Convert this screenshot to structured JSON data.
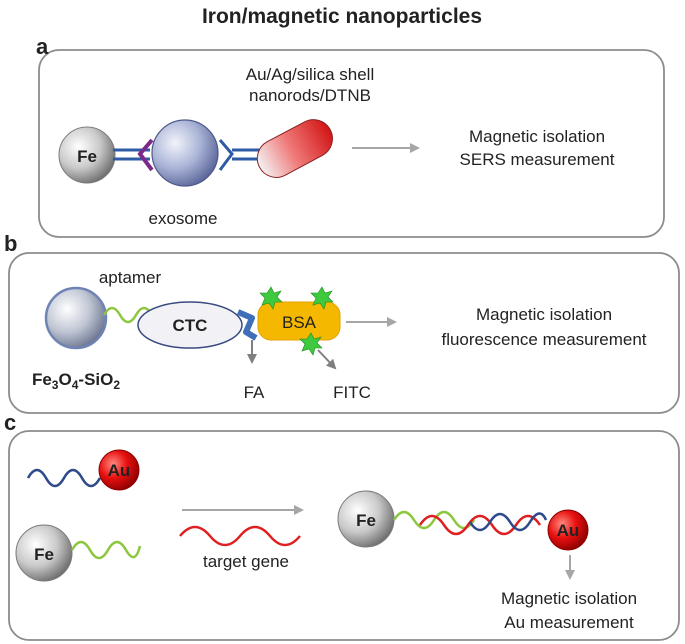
{
  "title": "Iron/magnetic nanoparticles",
  "panel_a": {
    "label": "a",
    "fe": "Fe",
    "shell_line1": "Au/Ag/silica shell",
    "shell_line2": "nanorods/DTNB",
    "exosome": "exosome",
    "result_line1": "Magnetic isolation",
    "result_line2": "SERS measurement"
  },
  "panel_b": {
    "label": "b",
    "aptamer": "aptamer",
    "ctc": "CTC",
    "bsa": "BSA",
    "fa": "FA",
    "fitc": "FITC",
    "particle": "Fe3O4-SiO2",
    "result_line1": "Magnetic isolation",
    "result_line2": "fluorescence measurement"
  },
  "panel_c": {
    "label": "c",
    "au": "Au",
    "fe": "Fe",
    "target_gene": "target gene",
    "result_line1": "Magnetic isolation",
    "result_line2": "Au measurement"
  }
}
